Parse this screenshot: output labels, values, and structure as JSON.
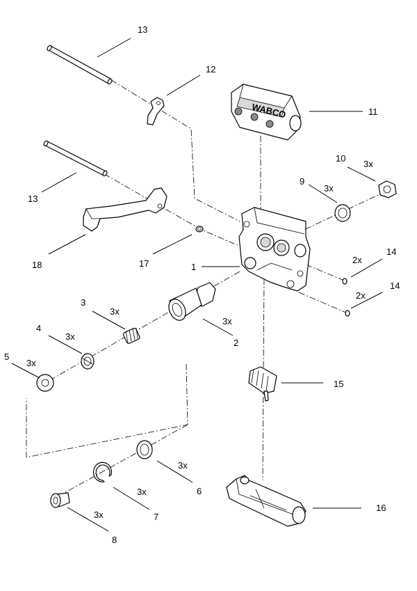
{
  "labels": {
    "p1": "1",
    "p2": "2",
    "p2_qty": "3x",
    "p3": "3",
    "p3_qty": "3x",
    "p4": "4",
    "p4_qty": "3x",
    "p5": "5",
    "p5_qty": "3x",
    "p6": "6",
    "p6_qty": "3x",
    "p7": "7",
    "p7_qty": "3x",
    "p8": "8",
    "p8_qty": "3x",
    "p9": "9",
    "p9_qty": "3x",
    "p10": "10",
    "p10_qty": "3x",
    "p11": "11",
    "p12": "12",
    "p13_top": "13",
    "p13_mid": "13",
    "p14_a": "14",
    "p14_a_qty": "2x",
    "p14_b": "14",
    "p14_b_qty": "2x",
    "p15": "15",
    "p16": "16",
    "p17": "17",
    "p18": "18"
  },
  "brand_text": "WABCO"
}
